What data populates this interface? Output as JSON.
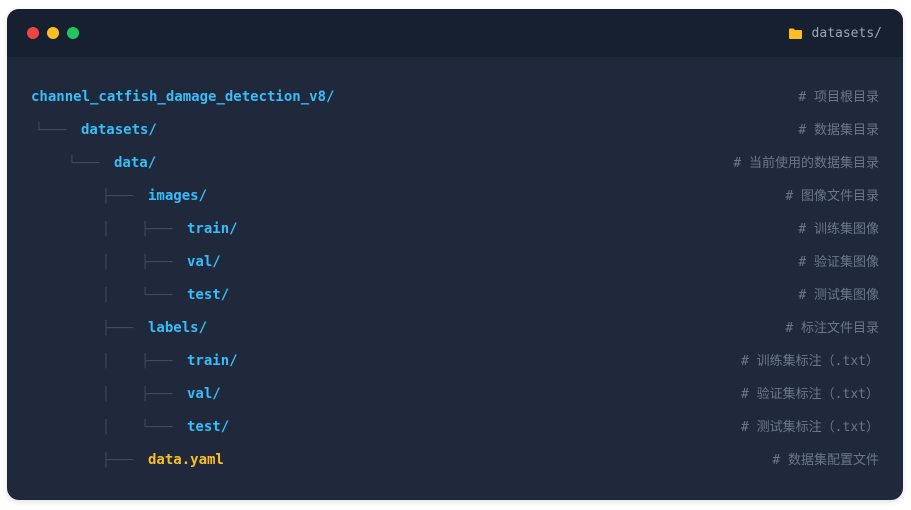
{
  "window": {
    "path": "datasets/",
    "colors": {
      "background": "#1f293b",
      "titlebar": "#172030",
      "folder": "#38bdf8",
      "file": "#fbbf24",
      "comment": "#6b7789",
      "guide": "#3e4b60"
    }
  },
  "tree": [
    {
      "prefix": "",
      "name": "channel_catfish_damage_detection_v8/",
      "comment": "# 项目根目录"
    },
    {
      "prefix": "└───",
      "name": "datasets/",
      "comment": "# 数据集目录"
    },
    {
      "prefix": "└───",
      "name": "data/",
      "comment": "# 当前使用的数据集目录"
    },
    {
      "prefix": "├───",
      "name": "images/",
      "comment": "# 图像文件目录"
    },
    {
      "prefix": "│    ├───",
      "name": "train/",
      "comment": "# 训练集图像"
    },
    {
      "prefix": "│    ├───",
      "name": "val/",
      "comment": "# 验证集图像"
    },
    {
      "prefix": "│    └───",
      "name": "test/",
      "comment": "# 测试集图像"
    },
    {
      "prefix": "├───",
      "name": "labels/",
      "comment": "# 标注文件目录"
    },
    {
      "prefix": "│    ├───",
      "name": "train/",
      "comment": "# 训练集标注（.txt）"
    },
    {
      "prefix": "│    ├───",
      "name": "val/",
      "comment": "# 验证集标注（.txt）"
    },
    {
      "prefix": "│    └───",
      "name": "test/",
      "comment": "# 测试集标注（.txt）"
    },
    {
      "prefix": "├───",
      "name": "data.yaml",
      "comment": "# 数据集配置文件"
    }
  ]
}
